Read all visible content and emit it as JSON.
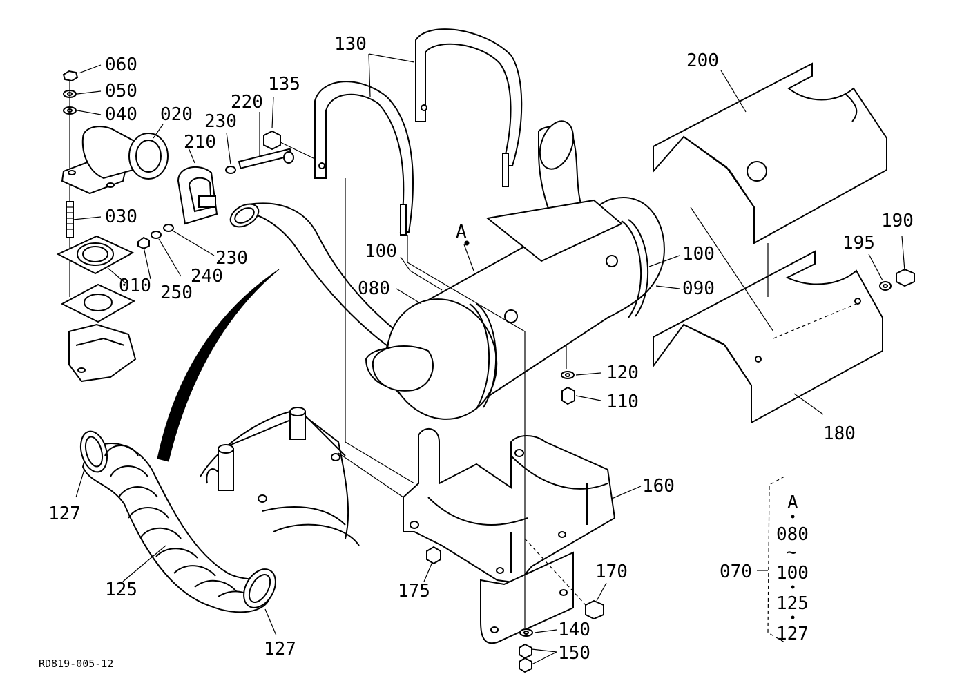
{
  "diagram": {
    "reference_code": "RD819-005-12",
    "callouts": {
      "c060": "060",
      "c050": "050",
      "c040": "040",
      "c020": "020",
      "c210": "210",
      "c230a": "230",
      "c220": "220",
      "c135": "135",
      "c130": "130",
      "c200": "200",
      "c030": "030",
      "c230b": "230",
      "c010": "010",
      "c240": "240",
      "c250": "250",
      "cA": "A",
      "c100a": "100",
      "c080": "080",
      "c100b": "100",
      "c090": "090",
      "c190": "190",
      "c195": "195",
      "c120": "120",
      "c110": "110",
      "c180": "180",
      "c160": "160",
      "c127a": "127",
      "c125": "125",
      "c127b": "127",
      "c175": "175",
      "c170": "170",
      "c140": "140",
      "c150": "150",
      "c070": "070"
    },
    "assembly_legend": {
      "items": [
        "A",
        "080",
        "100",
        "125",
        "127"
      ],
      "range_symbol": "~"
    }
  }
}
